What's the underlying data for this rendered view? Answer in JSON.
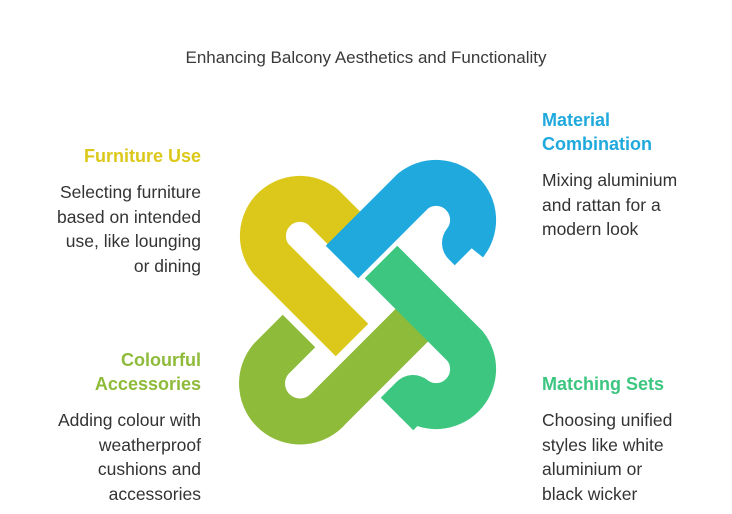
{
  "title": "Enhancing Balcony Aesthetics and Functionality",
  "colors": {
    "furniture_use": "#DCC81A",
    "material_combination": "#1FA9DC",
    "colourful_accessories": "#8EBB3A",
    "matching_sets": "#3CC680"
  },
  "items": {
    "furniture_use": {
      "heading": "Furniture Use",
      "lines": [
        "Selecting furniture",
        "based on intended",
        "use, like lounging",
        "or dining"
      ]
    },
    "material_combination": {
      "heading_lines": [
        "Material",
        "Combination"
      ],
      "lines": [
        "Mixing aluminium",
        "and rattan for a",
        "modern look"
      ]
    },
    "colourful_accessories": {
      "heading_lines": [
        "Colourful",
        "Accessories"
      ],
      "lines": [
        "Adding colour with",
        "weatherproof",
        "cushions and",
        "accessories"
      ]
    },
    "matching_sets": {
      "heading": "Matching Sets",
      "lines": [
        "Choosing unified",
        "styles like white",
        "aluminium or",
        "black wicker"
      ]
    }
  }
}
